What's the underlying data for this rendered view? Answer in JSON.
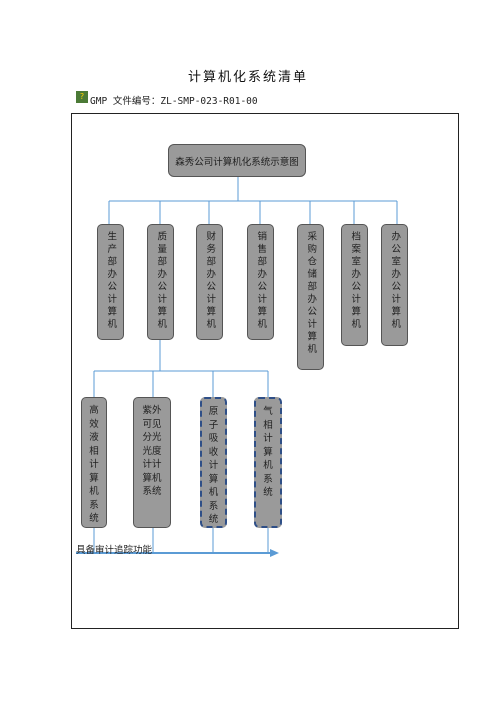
{
  "document": {
    "title": "计算机化系统清单",
    "doc_number_label": "GMP 文件编号：ZL-SMP-023-R01-00"
  },
  "diagram": {
    "root": "森秀公司计算机化系统示意图",
    "departments": [
      "生产部办公计算机",
      "质量部办公计算机",
      "财务部办公计算机",
      "销售部办公计算机",
      "采购仓储部办公计算机",
      "档案室办公计算机",
      "办公室办公计算机"
    ],
    "systems": [
      {
        "label_lines": [
          "高",
          "效",
          "液",
          "相",
          "计",
          "算",
          "机",
          "系",
          "统"
        ],
        "dashed": false
      },
      {
        "label_lines": [
          "紫外",
          "可见",
          "分光",
          "光度",
          "计计",
          "算机",
          "系统"
        ],
        "dashed": false
      },
      {
        "label_lines": [
          "原",
          "子",
          "吸",
          "收",
          "计",
          "算",
          "机",
          "系",
          "统"
        ],
        "dashed": true
      },
      {
        "label_lines": [
          "气",
          "相",
          "计",
          "算",
          "机",
          "系",
          "统"
        ],
        "dashed": true
      }
    ],
    "audit_trail_label": "具备审计追踪功能"
  },
  "colors": {
    "box_fill": "#9a9a9a",
    "connector": "#5b9bd5",
    "dashed_border": "#2f4f87"
  }
}
